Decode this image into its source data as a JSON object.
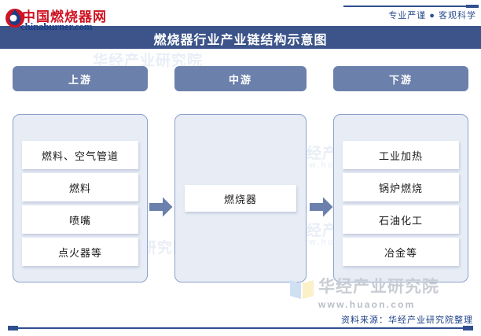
{
  "header": {
    "logo_cn": "中国燃烧器网",
    "logo_en": "chinaburner.com",
    "tagline": "专业严谨 ● 客观科学"
  },
  "title": "燃烧器行业产业链结构示意图",
  "columns": {
    "upstream": {
      "header": "上游",
      "items": [
        "燃料、空气管道",
        "燃料",
        "喷嘴",
        "点火器等"
      ]
    },
    "midstream": {
      "header": "中游",
      "items": [
        "燃烧器"
      ]
    },
    "downstream": {
      "header": "下游",
      "items": [
        "工业加热",
        "锅炉燃烧",
        "石油化工",
        "冶金等"
      ]
    }
  },
  "arrows": {
    "left_label": "arrow-upstream-to-midstream",
    "right_label": "arrow-midstream-to-downstream"
  },
  "watermark": {
    "company": "华经产业研究院",
    "url": "www.huaon.com"
  },
  "footer": {
    "source": "资料来源：华经产业研究院整理"
  },
  "colors": {
    "title_bar": "#3c5489",
    "pill": "#6b80ab",
    "stage_fill": "#e7ecf5",
    "stage_border": "#8ca2c8",
    "arrow": "#6b80ad",
    "accent_line": "#2f4f8f",
    "logo_red": "#cf1322",
    "logo_blue": "#1b3f87"
  }
}
